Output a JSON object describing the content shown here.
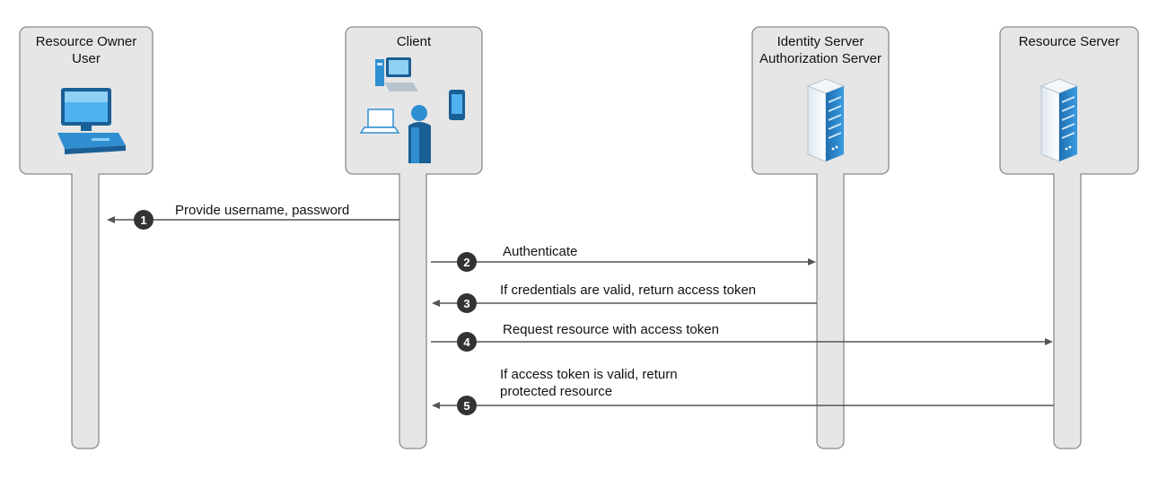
{
  "participants": [
    {
      "id": "owner",
      "label_lines": [
        "Resource Owner",
        "User"
      ],
      "icon": "desktop-computer-icon"
    },
    {
      "id": "client",
      "label_lines": [
        "Client"
      ],
      "icon": "client-devices-user-icon"
    },
    {
      "id": "idserver",
      "label_lines": [
        "Identity Server",
        "Authorization Server"
      ],
      "icon": "server-tower-icon"
    },
    {
      "id": "resserver",
      "label_lines": [
        "Resource Server"
      ],
      "icon": "server-tower-icon"
    }
  ],
  "messages": [
    {
      "step": "1",
      "from": "client",
      "to": "owner",
      "label_lines": [
        "Provide username, password"
      ]
    },
    {
      "step": "2",
      "from": "client",
      "to": "idserver",
      "label_lines": [
        "Authenticate"
      ]
    },
    {
      "step": "3",
      "from": "idserver",
      "to": "client",
      "label_lines": [
        "If credentials are valid, return access token"
      ]
    },
    {
      "step": "4",
      "from": "client",
      "to": "resserver",
      "label_lines": [
        "Request resource with access token"
      ]
    },
    {
      "step": "5",
      "from": "resserver",
      "to": "client",
      "label_lines": [
        "If access token is valid, return",
        "protected resource"
      ]
    }
  ],
  "colors": {
    "lifeline_fill": "#e6e6e6",
    "lifeline_stroke": "#8a8a8a",
    "arrow": "#555555",
    "step_badge": "#333333",
    "icon_blue": "#2f8fd0",
    "icon_dark_blue": "#1a5f96"
  }
}
